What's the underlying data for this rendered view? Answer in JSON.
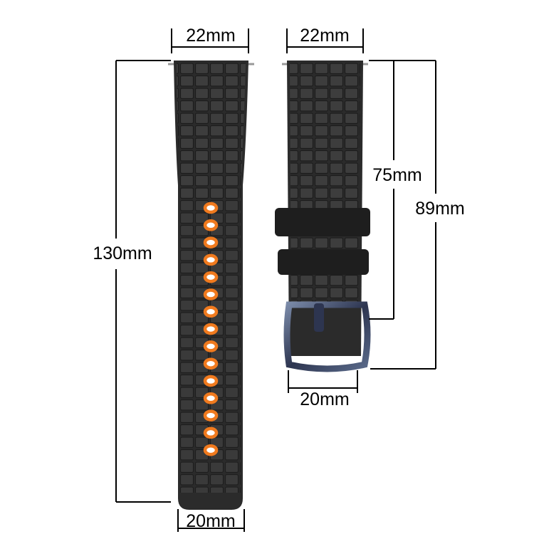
{
  "labels": {
    "long_top_width": "22mm",
    "short_top_width": "22mm",
    "long_length": "130mm",
    "short_to_buckle": "75mm",
    "short_length": "89mm",
    "buckle_width": "20mm",
    "long_tip_width": "20mm"
  },
  "colors": {
    "strap": "#2b2b2b",
    "holes": "#f07a1e",
    "buckle": "#3c4660"
  },
  "hole_count": 15
}
